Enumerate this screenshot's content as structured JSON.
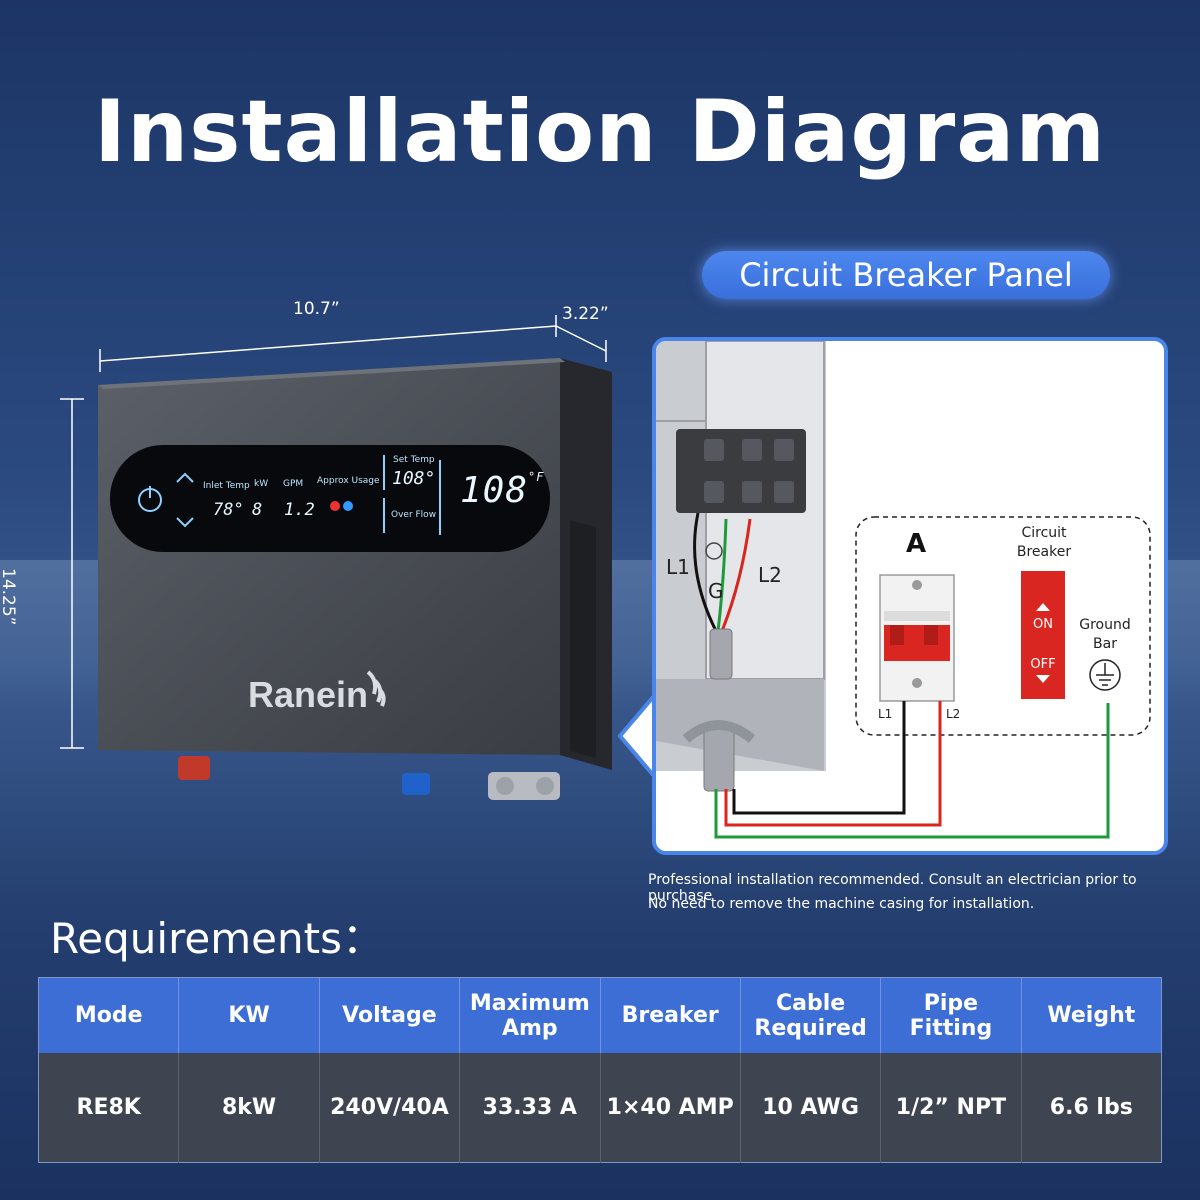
{
  "title": "Installation Diagram",
  "panel_label": "Circuit Breaker Panel",
  "product": {
    "brand": "Ranein",
    "dimensions": {
      "width": "10.7”",
      "depth": "3.22”",
      "height": "14.25”"
    },
    "display": {
      "labels": {
        "inlet_temp": "Inlet Temp",
        "kw": "kW",
        "gpm": "GPM",
        "approx_usage": "Approx Usage",
        "set_temp": "Set Temp",
        "over_flow": "Over Flow"
      },
      "inlet_temp_value": "78°",
      "kw_value": "8",
      "gpm_value": "1.2",
      "set_temp_value": "108°",
      "big_temp_value": "108",
      "big_temp_unit": "°F"
    }
  },
  "wiring": {
    "wire_labels": {
      "l1": "L1",
      "g": "G",
      "l2": "L2"
    },
    "breaker_letter": "A",
    "breaker_title_line1": "Circuit",
    "breaker_title_line2": "Breaker",
    "switch_on": "ON",
    "switch_off": "OFF",
    "ground_line1": "Ground",
    "ground_line2": "Bar",
    "terminal_l1": "L1",
    "terminal_l2": "L2",
    "colors": {
      "hot1": "#111111",
      "hot2": "#d9251d",
      "ground": "#1e9a3c",
      "breaker_red": "#d92620"
    }
  },
  "notes": [
    "Professional installation recommended. Consult an electrician prior to purchase",
    "No need to remove the machine casing for installation."
  ],
  "requirements": {
    "heading": "Requirements：",
    "headers": [
      [
        "Mode"
      ],
      [
        "KW"
      ],
      [
        "Voltage"
      ],
      [
        "Maximum",
        "Amp"
      ],
      [
        "Breaker"
      ],
      [
        "Cable",
        "Required"
      ],
      [
        "Pipe",
        "Fitting"
      ],
      [
        "Weight"
      ]
    ],
    "row": [
      "RE8K",
      "8kW",
      "240V/40A",
      "33.33 A",
      "1×40 AMP",
      "10 AWG",
      "1/2” NPT",
      "6.6 lbs"
    ]
  }
}
